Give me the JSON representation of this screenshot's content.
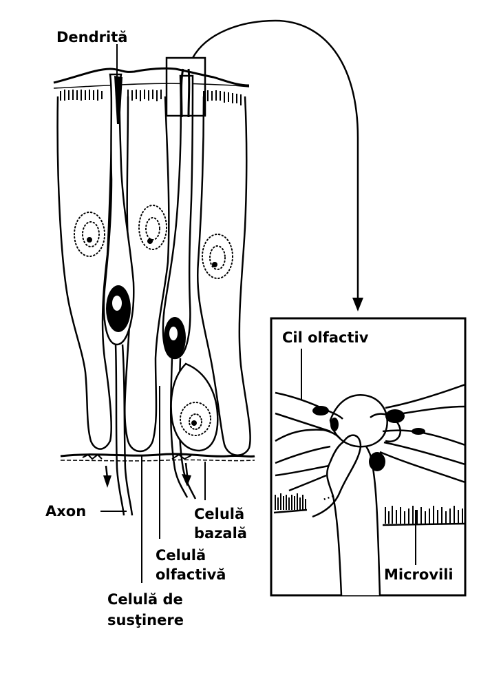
{
  "labels": {
    "dendrita": "Dendrită",
    "cil_olfactiv": "Cil olfactiv",
    "axon": "Axon",
    "celula_bazala_1": "Celulă",
    "celula_bazala_2": "bazală",
    "celula_olfactiva_1": "Celulă",
    "celula_olfactiva_2": "olfactivă",
    "celula_sustinere_1": "Celulă de",
    "celula_sustinere_2": "susţinere",
    "microvili": "Microvili"
  },
  "colors": {
    "ink": "#000000",
    "paper": "#ffffff"
  }
}
